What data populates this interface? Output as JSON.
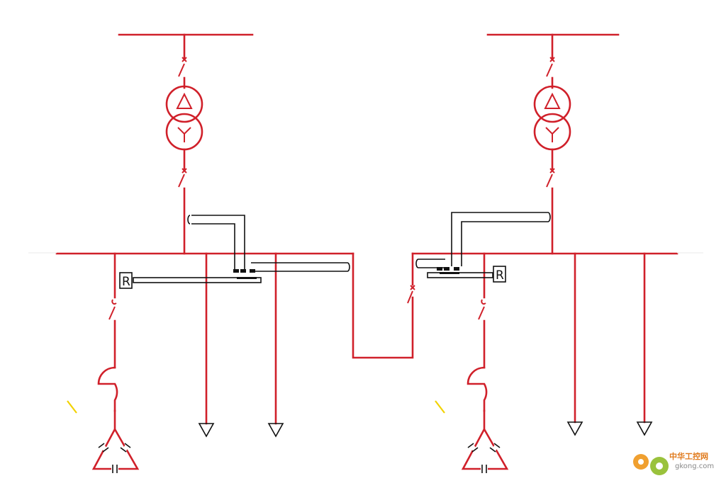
{
  "labels": {
    "resistor_left": "R",
    "resistor_right": "R"
  },
  "watermark": {
    "name": "中华工控网",
    "site": "gkong.com",
    "icon": "gear-icon"
  },
  "colors": {
    "wire": "#d0202a",
    "cable": "#111111",
    "marker": "#f2d200",
    "watermark": "#e07a1c"
  }
}
